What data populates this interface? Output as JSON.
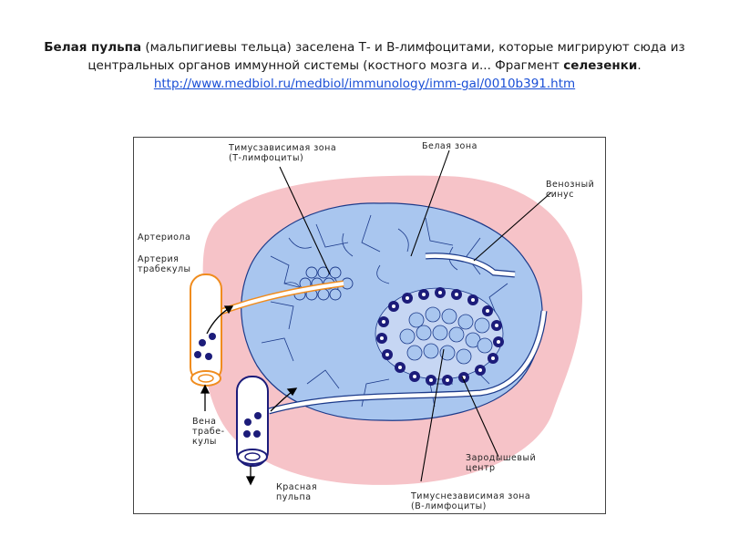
{
  "caption": {
    "bold_start": "Белая пульпа",
    "text_1": " (мальпигиевы тельца) заселена Т- и В-лимфоцитами, которые мигрируют сюда из центральных органов иммунной системы (костного мозга и... Фрагмент ",
    "bold_end": "селезенки",
    "text_2": ".",
    "link": "http://www.medbiol.ru/medbiol/immunology/imm-gal/0010b391.htm"
  },
  "labels": {
    "t_zone": "Тимусзависимая зона\n(Т-лимфоциты)",
    "white_zone": "Белая зона",
    "venous_sinus": "Венозный\nсинус",
    "arteriole": "Артериола",
    "trabecular_artery": "Артерия\nтрабекулы",
    "trabecular_vein": "Вена\nтрабе-\nкулы",
    "germinal_center": "Зародышевый\nцентр",
    "red_pulp": "Красная\nпульпа",
    "b_zone": "Тимуснезависимая зона\n(В-лимфоциты)"
  },
  "colors": {
    "red_pulp": "#f6c3c8",
    "white_pulp": "#a9c6ef",
    "germinal": "#1c1c7a",
    "artery": "#f08c1e",
    "vein": "#1c1c7a"
  }
}
